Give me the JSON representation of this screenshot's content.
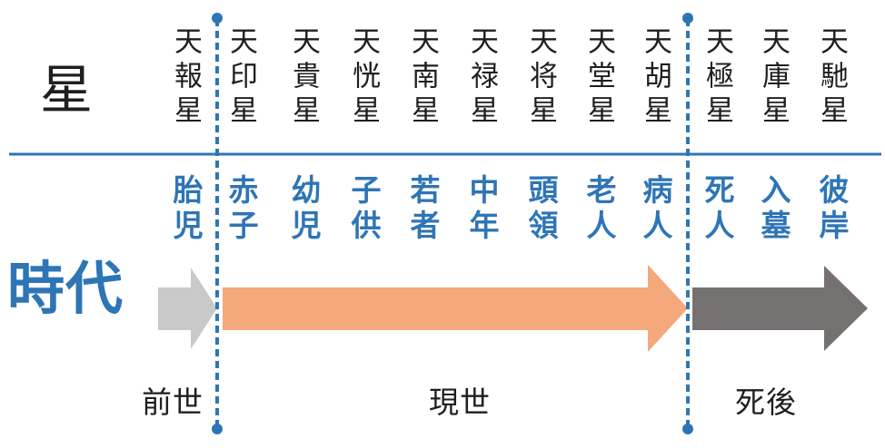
{
  "labels": {
    "star_row": "星",
    "era_row": "時代"
  },
  "stars": [
    "天報星",
    "天印星",
    "天貴星",
    "天恍星",
    "天南星",
    "天禄星",
    "天将星",
    "天堂星",
    "天胡星",
    "天極星",
    "天庫星",
    "天馳星"
  ],
  "stages": [
    "胎児",
    "赤子",
    "幼児",
    "子供",
    "若者",
    "中年",
    "頭領",
    "老人",
    "病人",
    "死人",
    "入墓",
    "彼岸"
  ],
  "phases": {
    "past": "前世",
    "present": "現世",
    "afterlife": "死後"
  },
  "colors": {
    "accent_blue": "#2E75B6",
    "past_arrow_gray": "#C9C9C9",
    "present_arrow_orange": "#F4A87B",
    "afterlife_arrow_gray": "#767171"
  }
}
